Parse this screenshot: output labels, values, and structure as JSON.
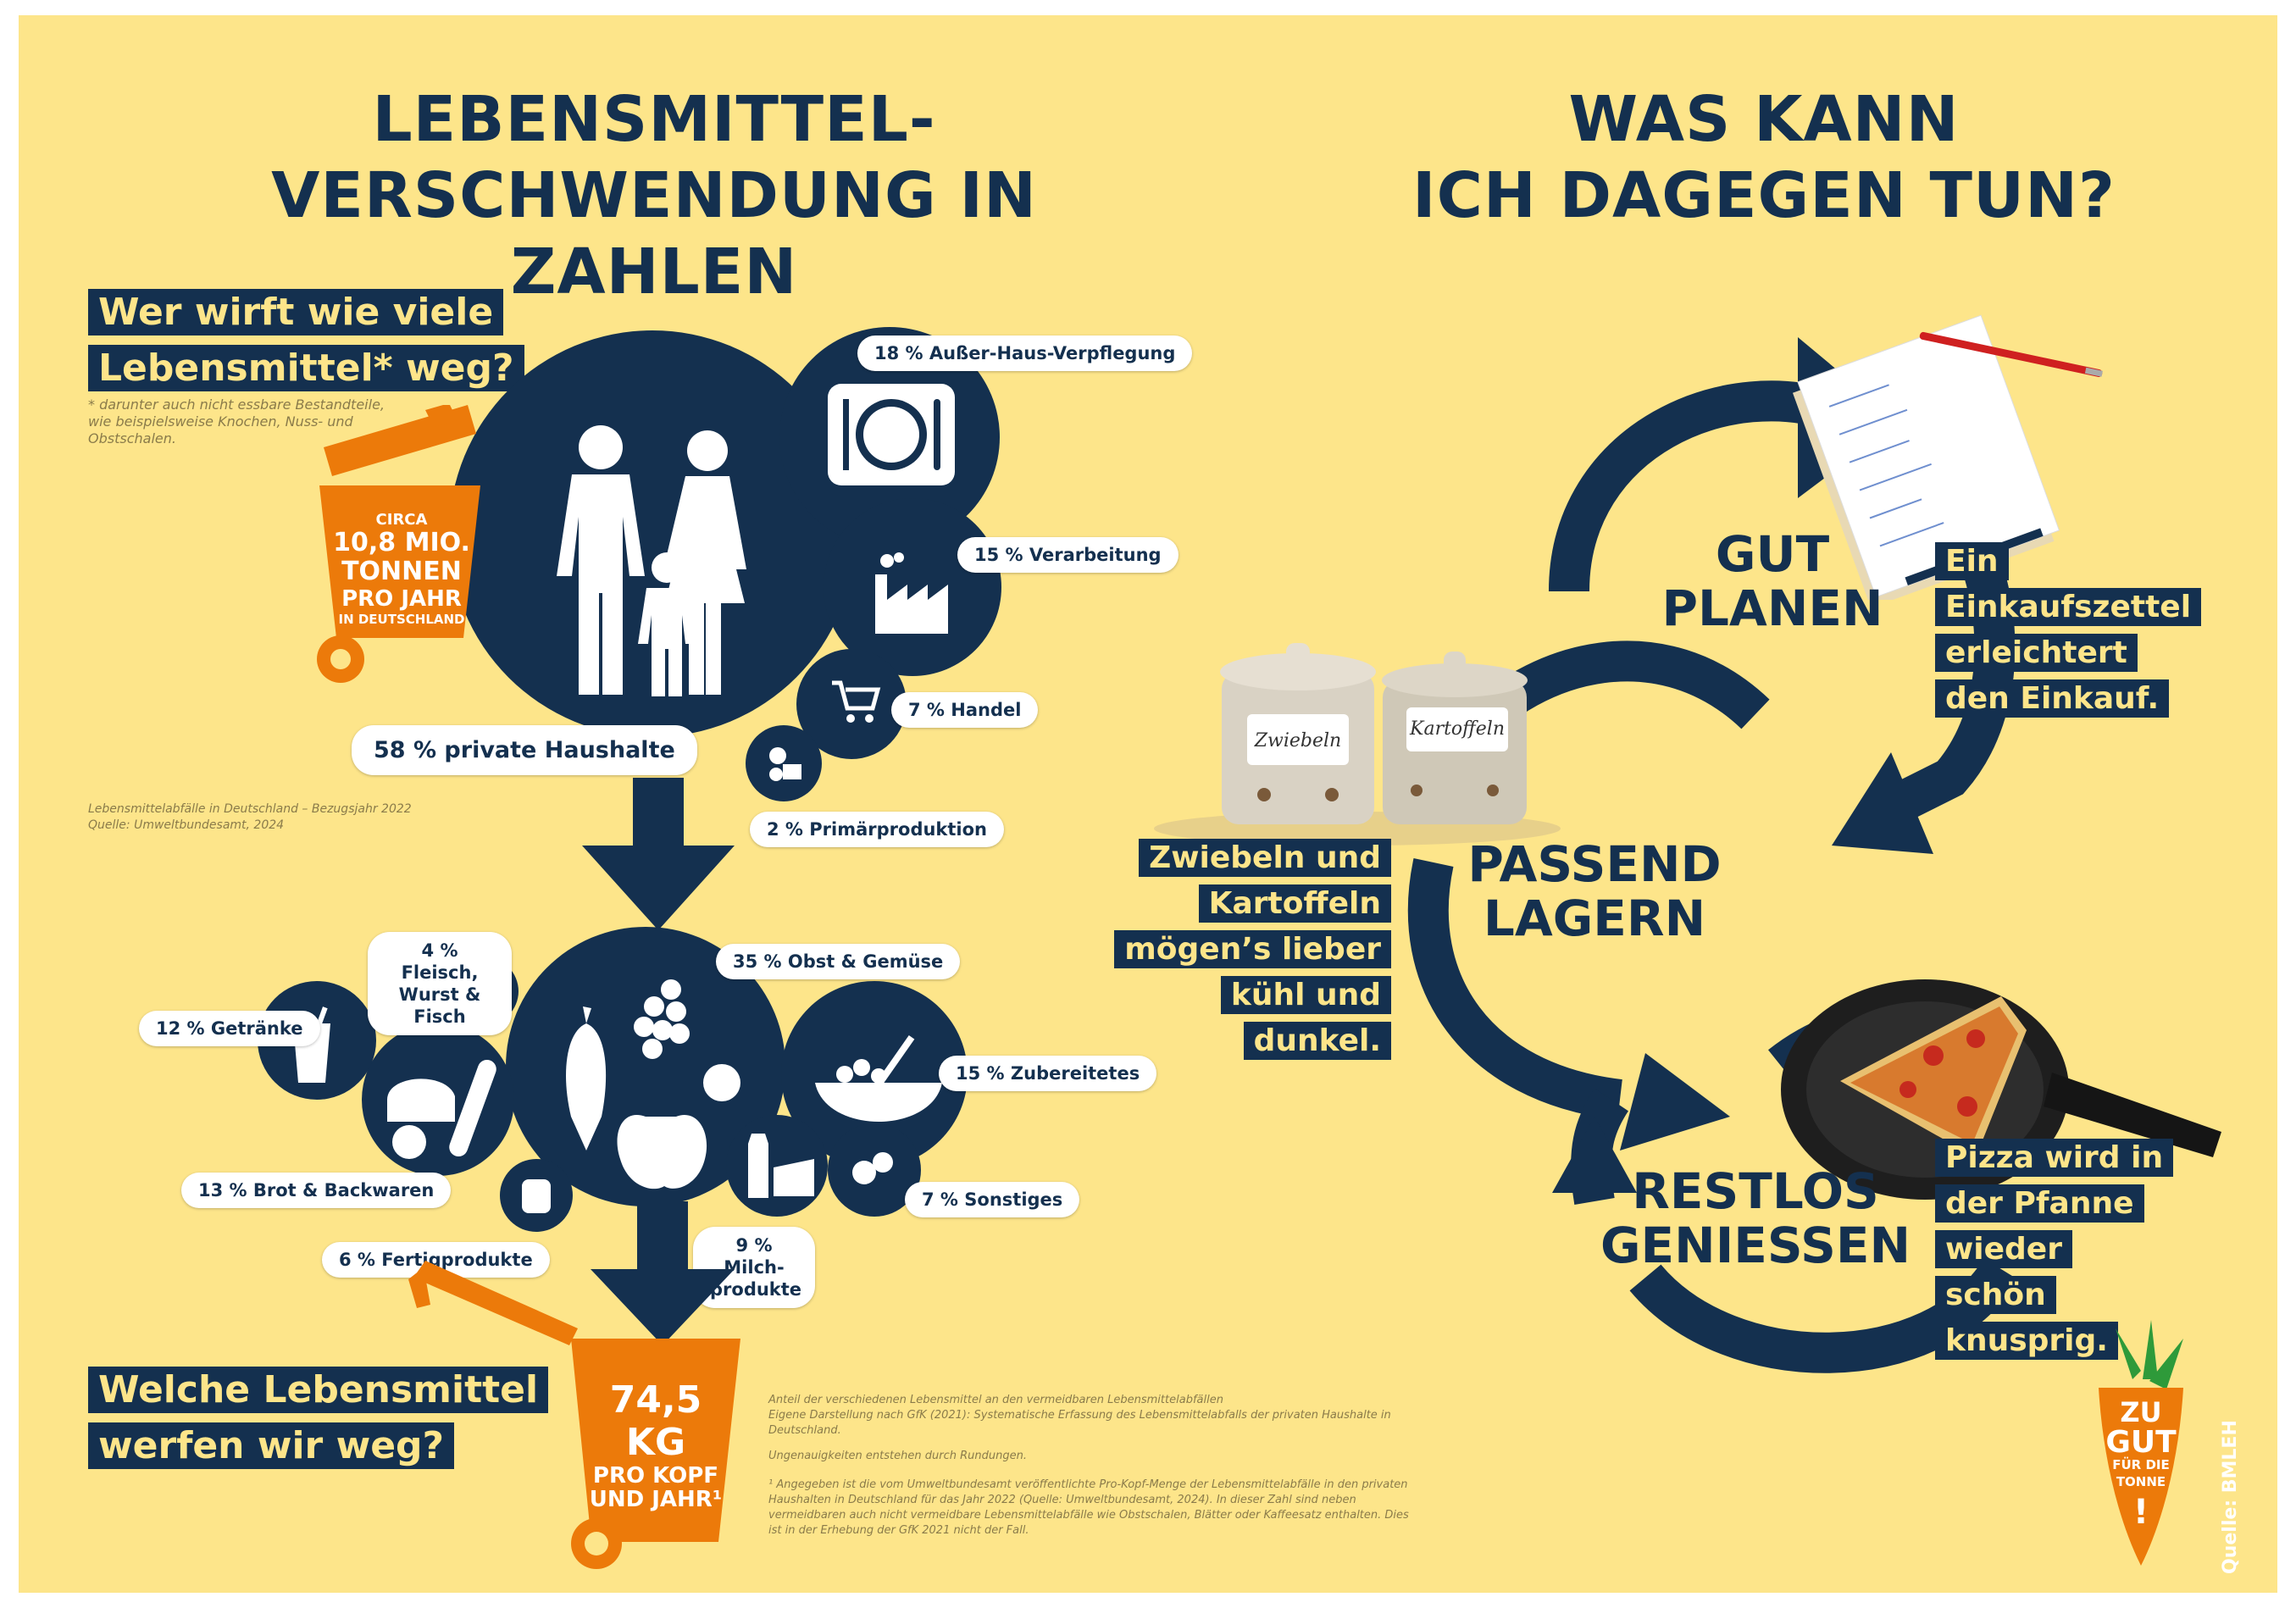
{
  "left": {
    "title_line1": "LEBENSMITTEL-",
    "title_line2": "VERSCHWENDUNG IN ZAHLEN",
    "question1": "Wer wirft wie viele Lebensmittel* weg?",
    "footnote": "* darunter auch nicht essbare Bestandteile, wie beispielsweise Knochen, Nuss- und Obstschalen.",
    "bin1": {
      "small": "CIRCA",
      "big1": "10,8 MIO.",
      "big2": "TONNEN",
      "big3": "PRO JAHR",
      "small2": "IN DEUTSCHLAND"
    },
    "sectors": {
      "private": "58 % private Haushalte",
      "ausser_haus": "18 % Außer-Haus-Verpflegung",
      "verarbeitung": "15 % Verarbeitung",
      "handel": "7 % Handel",
      "primaer": "2 % Primärproduktion"
    },
    "source1_line1": "Lebensmittelabfälle in Deutschland – Bezugsjahr 2022",
    "source1_line2": "Quelle: Umweltbundesamt, 2024",
    "foods": {
      "obst": "35 % Obst & Gemüse",
      "fleisch": "4 % Fleisch, Wurst & Fisch",
      "getraenke": "12 % Getränke",
      "zubereitetes": "15 % Zubereitetes",
      "brot": "13 % Brot & Backwaren",
      "sonstiges": "7 % Sonstiges",
      "fertig": "6 % Fertigprodukte",
      "milch": "9 % Milch-produkte"
    },
    "question2": "Welche Lebensmittel werfen wir weg?",
    "bin2": {
      "big": "74,5 KG",
      "line2": "PRO KOPF",
      "line3": "UND JAHR¹"
    },
    "source2_1": "Anteil der verschiedenen Lebensmittel an den vermeidbaren Lebensmittelabfällen",
    "source2_2": "Eigene Darstellung nach GfK (2021): Systematische Erfassung des Lebensmittelabfalls der privaten Haushalte in Deutschland.",
    "source2_3": "Ungenauigkeiten entstehen durch Rundungen.",
    "source2_4": "¹ Angegeben ist die vom Umweltbundesamt veröffentlichte Pro-Kopf-Menge der Lebensmittelabfälle in den privaten Haushalten in Deutschland für das Jahr 2022 (Quelle: Umweltbundesamt, 2024). In dieser Zahl sind neben vermeidbaren auch nicht vermeidbare Lebensmittelabfälle wie Obstschalen, Blätter oder Kaffeesatz enthalten. Dies ist in der Erhebung der GfK 2021 nicht der Fall."
  },
  "right": {
    "title_line1": "WAS KANN",
    "title_line2": "ICH DAGEGEN TUN?",
    "step1_line1": "GUT",
    "step1_line2": "PLANEN",
    "step2_line1": "PASSEND",
    "step2_line2": "LAGERN",
    "step3_line1": "RESTLOS",
    "step3_line2": "GENIESSEN",
    "tip1": "Ein Einkaufszettel erleichtert den Einkauf.",
    "tip2": "Zwiebeln und Kartoffeln mögen’s lieber kühl und dunkel.",
    "tip3": "Pizza wird in der Pfanne wieder schön knusprig.",
    "jar1": "Zwiebeln",
    "jar2": "Kartoffeln",
    "logo_text": "ZU GUT FÜR DIE TONNE!",
    "source": "Quelle: BMLEH"
  },
  "colors": {
    "background": "#fde58a",
    "navy": "#14304f",
    "orange": "#ec7a0a",
    "white": "#ffffff"
  }
}
